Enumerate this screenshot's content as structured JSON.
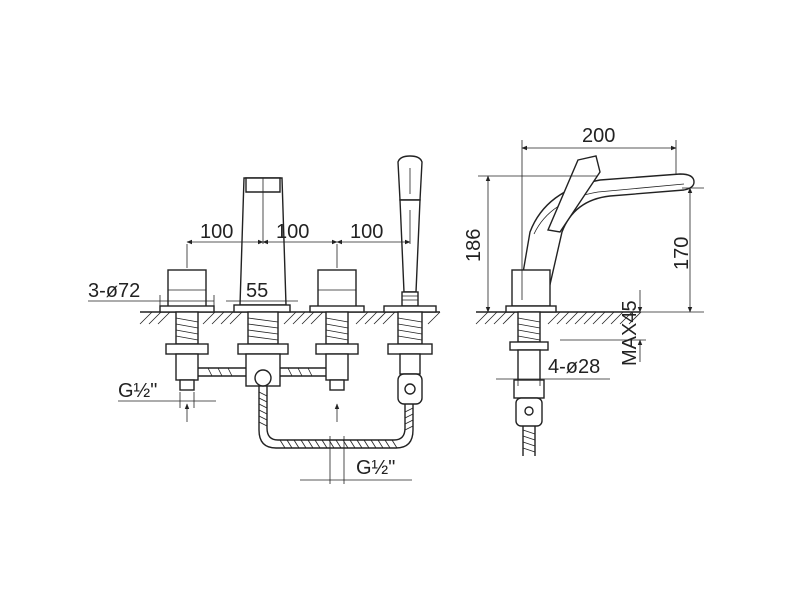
{
  "front_view": {
    "spacing_labels": [
      "100",
      "100",
      "100"
    ],
    "hole_label": "3-ø72",
    "spout_width_label": "55",
    "thread_left_label": "G½\"",
    "thread_bottom_label": "G½\""
  },
  "side_view": {
    "reach_label": "200",
    "total_height_label": "186",
    "spout_height_label": "170",
    "deck_max_label": "MAX45",
    "hole_label": "4-ø28"
  }
}
